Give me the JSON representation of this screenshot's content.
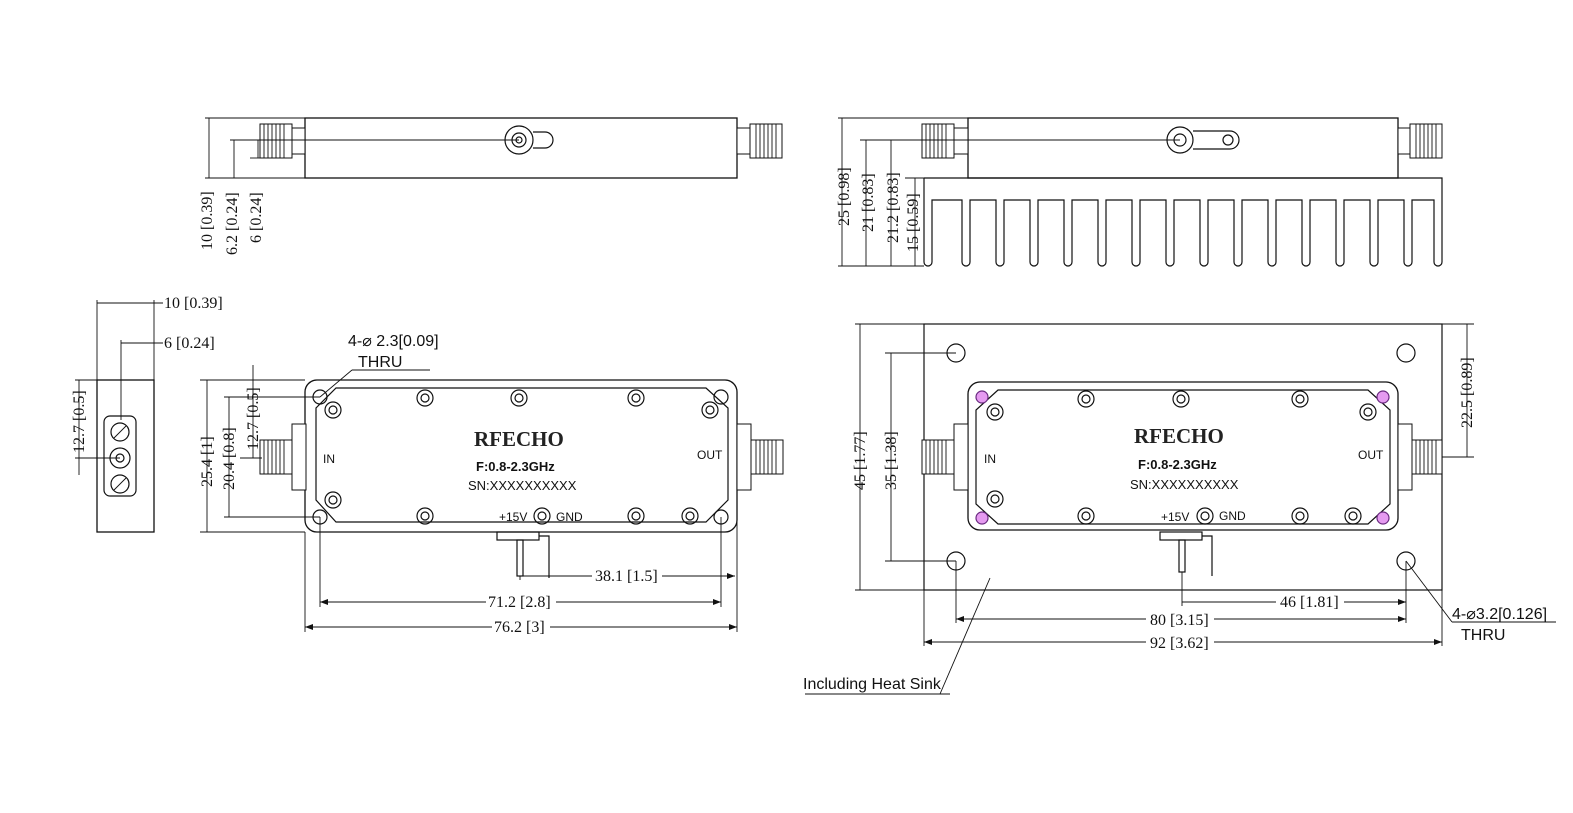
{
  "labels": {
    "brand": "RFECHO",
    "freq": "F:0.8-2.3GHz",
    "sn": "SN:XXXXXXXXXX",
    "in": "IN",
    "out": "OUT",
    "plus15v": "+15V",
    "gnd": "GND",
    "including_heat_sink": "Including Heat Sink",
    "hole_small": "4-⌀ 2.3[0.09]",
    "hole_large": "4-⌀3.2[0.126]",
    "thru": "THRU"
  },
  "dims": {
    "d10_039": "10 [0.39]",
    "d62_024": "6.2 [0.24]",
    "d6_024": "6 [0.24]",
    "d25_098": "25 [0.98]",
    "d21_083": "21 [0.83]",
    "d212_083": "21.2 [0.83]",
    "d15_059": "15 [0.59]",
    "side_10": "10 [0.39]",
    "side_6": "6 [0.24]",
    "side_127": "12.7 [0.5]",
    "d254_1": "25.4 [1]",
    "d204_08": "20.4 [0.8]",
    "d127_05": "12.7 [0.5]",
    "d381_15": "38.1 [1.5]",
    "d712_28": "71.2 [2.8]",
    "d762_3": "76.2 [3]",
    "d45_177": "45 [1.77]",
    "d35_138": "35 [1.38]",
    "d225_089": "22.5 [0.89]",
    "d46_181": "46 [1.81]",
    "d80_315": "80 [3.15]",
    "d92_362": "92 [3.62]"
  }
}
